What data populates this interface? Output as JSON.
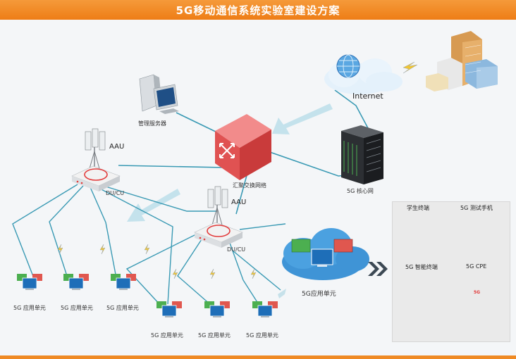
{
  "title": "5G移动通信系统实验室建设方案",
  "labels": {
    "internet": "Internet",
    "mgmt_server": "管理服务器",
    "switch": "汇聚交换网络",
    "core": "5G 核心网",
    "aau_a": "AAU",
    "aau_b": "AAU",
    "ducu_a": "DU/CU",
    "ducu_b": "DU/CU",
    "cloud_app": "5G应用单元",
    "app_unit": "5G 应用单元"
  },
  "terminals": {
    "student": "学生终端",
    "test_phone": "5G 测试手机",
    "smart": "5G 智能终端",
    "cpe": "5G CPE",
    "cpe_logo": "5G"
  },
  "colors": {
    "title_bar": "#ee7d16",
    "link": "#3a9ab4",
    "arrow": "#bfe0ea",
    "switch": "#e04a4a",
    "cloud": "#3f94d6"
  }
}
